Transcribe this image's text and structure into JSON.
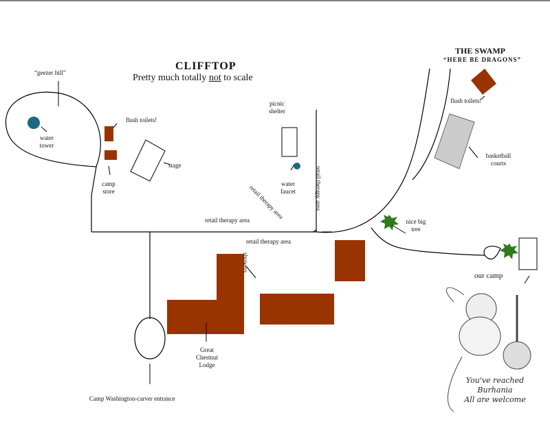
{
  "title": "CLIFFTOP",
  "subtitle_prefix": "Pretty much totally ",
  "subtitle_emph": "not",
  "subtitle_suffix": " to scale",
  "swamp_title": "THE SWAMP",
  "swamp_subtitle": "“HERE BE DRAGONS”",
  "labels": {
    "geezer_hill": "“geezer hill”",
    "water_tower": "water tower",
    "flush_toilets_1": "flush toilets!",
    "camp_store": "camp store",
    "stage": "stage",
    "picnic_shelter": "picnic shelter",
    "water_faucet": "water faucet",
    "retail_1": "retail therapy area",
    "retail_2": "retail therapy area",
    "retail_3": "retail therapy area",
    "retail_4": "retail therapy area",
    "flush_toilets_2": "flush toilets!",
    "basketball_courts": "basketball courts",
    "nice_big_tree": "nice big tree",
    "our_camp": "our camp",
    "showers": "showers",
    "lodge": "Great Chestnut Lodge",
    "entrance": "Camp Washington-carver entrance",
    "burhania_1": "You've reached",
    "burhania_2": "Burhania",
    "burhania_3": "All are welcome"
  },
  "colors": {
    "building": "#993300",
    "water": "#1a6a80",
    "court": "#cccccc",
    "tree": "#2e7d1a"
  }
}
